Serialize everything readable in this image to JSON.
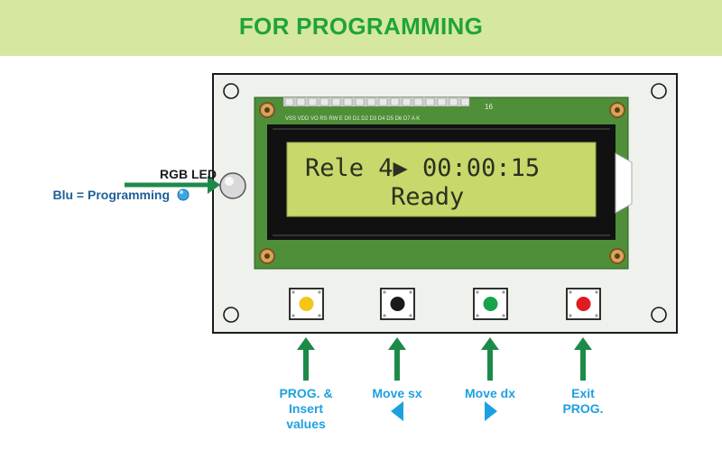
{
  "banner": {
    "title": "FOR PROGRAMMING"
  },
  "lcd": {
    "line1": "Rele 4▶ 00:00:15",
    "line2": "Ready",
    "pins": "VSS VDD VO RS RW E D0 D1 D2 D3 D4 D5 D6 D7 A K",
    "pin_num": "16"
  },
  "led": {
    "title": "RGB LED",
    "subtitle": "Blu = Programming",
    "colors": {
      "arrow": "#1e8a4a",
      "led_blue": "#3aa8e6"
    }
  },
  "buttons": [
    {
      "label_lines": [
        "PROG. &",
        "Insert",
        "values"
      ],
      "cap_color": "#f5c518"
    },
    {
      "label_lines": [
        "Move sx"
      ],
      "cap_color": "#1a1a1a",
      "direction_icon": "triangle-left-icon"
    },
    {
      "label_lines": [
        "Move dx"
      ],
      "cap_color": "#16a34a",
      "direction_icon": "triangle-right-icon"
    },
    {
      "label_lines": [
        "Exit",
        "PROG."
      ],
      "cap_color": "#e01b24"
    }
  ],
  "colors": {
    "banner_bg": "#d6e8a0",
    "banner_text": "#1fa33b",
    "label_blue": "#1ea0e0",
    "arrow_green": "#1e8a4a",
    "lcd_bg": "#c8d86a"
  }
}
